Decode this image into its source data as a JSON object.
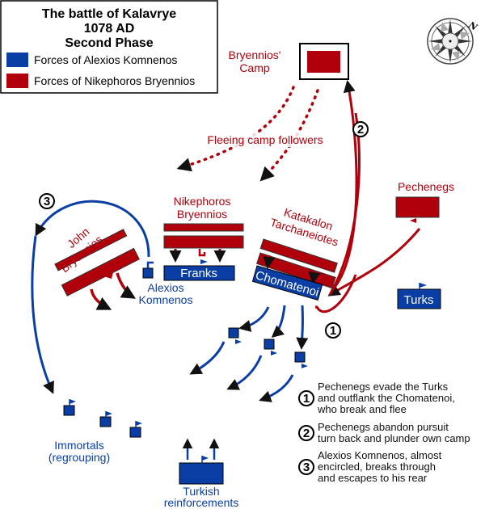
{
  "colors": {
    "alexios_blue": "#0a3ea5",
    "bryennios_red": "#b0000b",
    "arrow_black": "#111111"
  },
  "legend": {
    "title_line1": "The battle of Kalavrye",
    "title_line2": "1078 AD",
    "title_line3": "Second Phase",
    "items": [
      {
        "label": "Forces of Alexios Komnenos",
        "color": "#0a3ea5"
      },
      {
        "label": "Forces of Nikephoros Bryennios",
        "color": "#b0000b"
      }
    ]
  },
  "compass": {
    "icon": "compass-rose-icon",
    "north_label": "N"
  },
  "units": {
    "camp": {
      "line1": "Bryennios'",
      "line2": "Camp"
    },
    "fleeing": "Fleeing camp followers",
    "john": {
      "line1": "John",
      "line2": "Bryennios"
    },
    "nikephoros": {
      "line1": "Nikephoros",
      "line2": "Bryennios"
    },
    "katakalon": {
      "line1": "Katakalon",
      "line2": "Tarchaneiotes"
    },
    "pechenegs": "Pechenegs",
    "franks": "Franks",
    "chomatenoi": "Chomatenoi",
    "turks": "Turks",
    "alexios": {
      "line1": "Alexios",
      "line2": "Komnenos"
    },
    "immortals": {
      "line1": "Immortals",
      "line2": "(regrouping)"
    },
    "turkish_reinf": {
      "line1": "Turkish",
      "line2": "reinforcements"
    }
  },
  "markers": [
    "1",
    "2",
    "3"
  ],
  "notes": [
    {
      "num": "1",
      "lines": [
        "Pechenegs evade the Turks",
        "and outflank the Chomatenoi,",
        "who break and flee"
      ]
    },
    {
      "num": "2",
      "lines": [
        "Pechenegs abandon pursuit",
        "turn back and plunder own camp"
      ]
    },
    {
      "num": "3",
      "lines": [
        "Alexios Komnenos, almost",
        "encircled, breaks through",
        "and escapes to his rear"
      ]
    }
  ]
}
